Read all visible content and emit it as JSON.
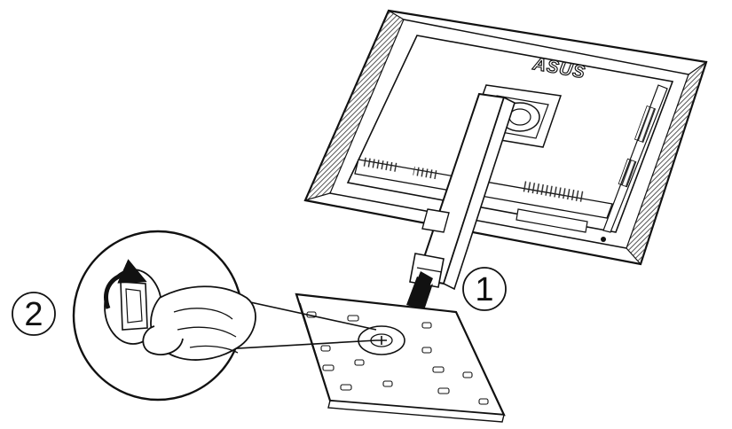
{
  "steps": [
    {
      "label": "1"
    },
    {
      "label": "2"
    }
  ],
  "monitor": {
    "brand_logo": "ASUS"
  },
  "colors": {
    "line": "#111111",
    "background": "#ffffff",
    "shade": "#6b6b6b"
  }
}
